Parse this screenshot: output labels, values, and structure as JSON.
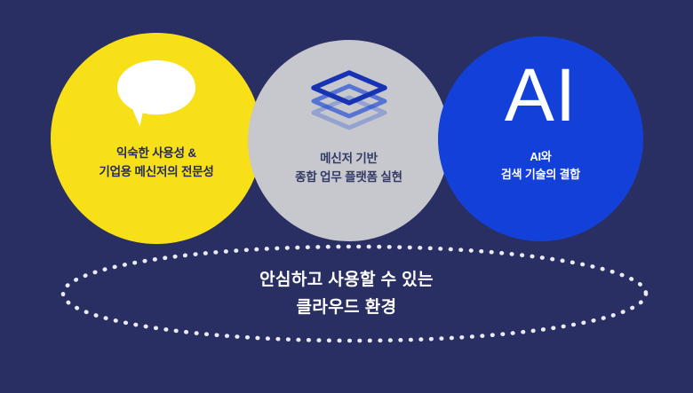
{
  "background_color": "#2a2f63",
  "circles": [
    {
      "id": "usability",
      "icon": "speech-bubble-icon",
      "fill": "#f7e017",
      "text_color": "#262b5e",
      "caption": "익숙한 사용성 &\n기업용 메신저의 전문성"
    },
    {
      "id": "platform",
      "icon": "stacked-layers-icon",
      "fill": "#c6c8cd",
      "text_color": "#343a66",
      "caption": "메신저 기반\n종합 업무 플랫폼 실현"
    },
    {
      "id": "ai",
      "icon": "ai-wordmark",
      "wordmark": "AI",
      "fill": "#1340d8",
      "text_color": "#ffffff",
      "caption": "AI와\n검색 기술의 결합"
    }
  ],
  "foundation": {
    "caption": "안심하고 사용할 수 있는\n클라우드 환경",
    "outline_style": "dotted-ellipse",
    "dot_color": "#e9ecf6"
  }
}
